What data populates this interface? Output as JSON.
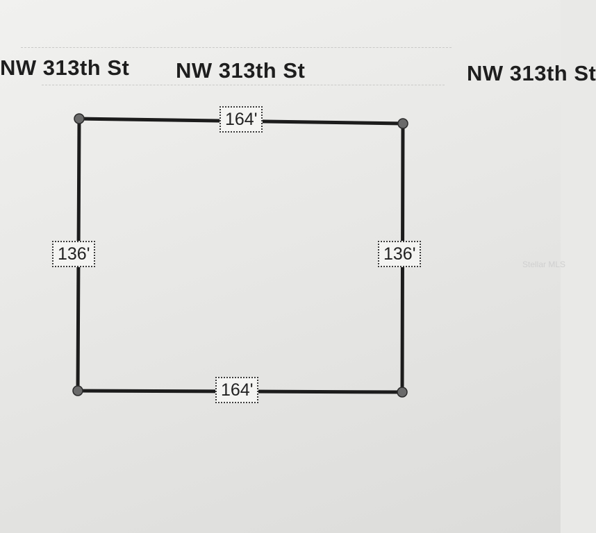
{
  "streets": {
    "left": "NW 313th St",
    "center": "NW 313th St",
    "right": "NW 313th St"
  },
  "dimensions": {
    "top": "164'",
    "bottom": "164'",
    "left": "136'",
    "right": "136'"
  },
  "watermark": "Stellar MLS",
  "colors": {
    "line": "#1c1c1c",
    "paper": "#ececea"
  }
}
